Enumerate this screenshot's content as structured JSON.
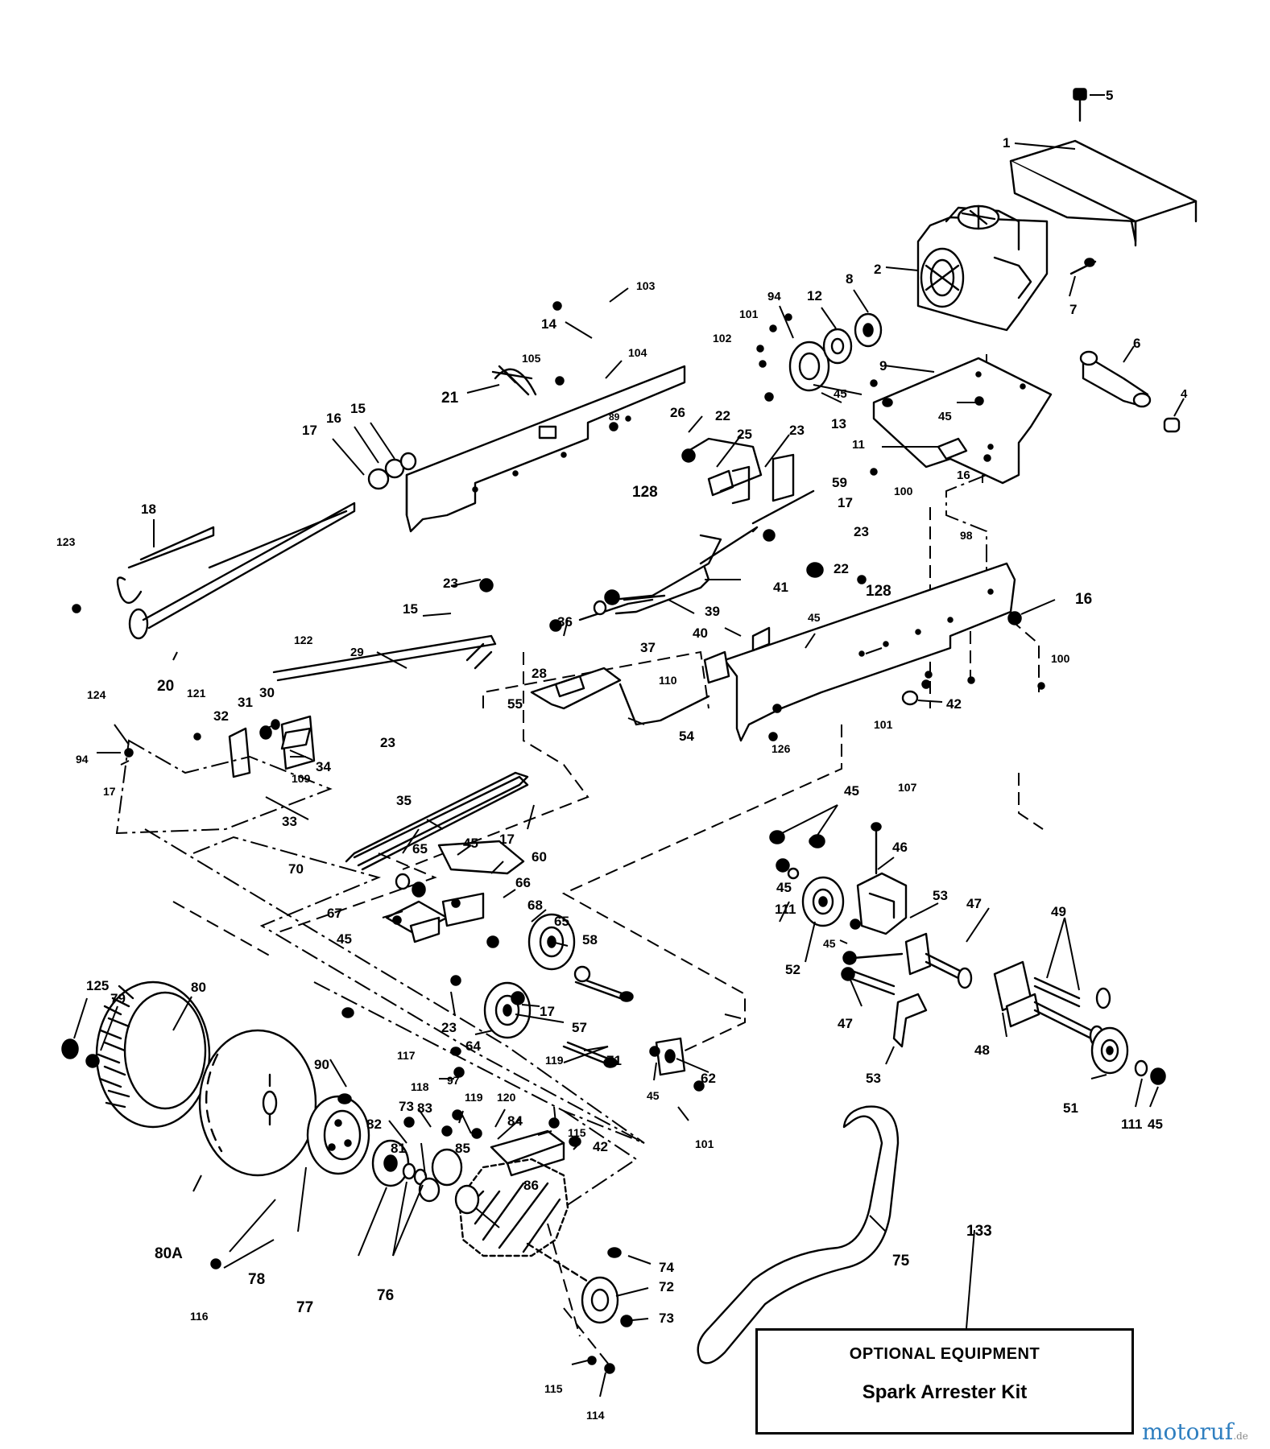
{
  "callouts": [
    {
      "text": "1"
    },
    {
      "text": "5"
    },
    {
      "text": "2"
    },
    {
      "text": "7"
    },
    {
      "text": "6"
    },
    {
      "text": "4"
    },
    {
      "text": "8"
    },
    {
      "text": "12"
    },
    {
      "text": "94"
    },
    {
      "text": "101"
    },
    {
      "text": "102"
    },
    {
      "text": "9"
    },
    {
      "text": "45"
    },
    {
      "text": "45"
    },
    {
      "text": "13"
    },
    {
      "text": "11"
    },
    {
      "text": "16"
    },
    {
      "text": "100"
    },
    {
      "text": "98"
    },
    {
      "text": "103"
    },
    {
      "text": "14"
    },
    {
      "text": "104"
    },
    {
      "text": "105"
    },
    {
      "text": "21"
    },
    {
      "text": "89"
    },
    {
      "text": "26"
    },
    {
      "text": "22"
    },
    {
      "text": "25"
    },
    {
      "text": "23"
    },
    {
      "text": "128"
    },
    {
      "text": "15"
    },
    {
      "text": "16"
    },
    {
      "text": "17"
    },
    {
      "text": "59"
    },
    {
      "text": "17"
    },
    {
      "text": "23"
    },
    {
      "text": "22"
    },
    {
      "text": "128"
    },
    {
      "text": "18"
    },
    {
      "text": "123"
    },
    {
      "text": "41"
    },
    {
      "text": "39"
    },
    {
      "text": "16"
    },
    {
      "text": "23"
    },
    {
      "text": "15"
    },
    {
      "text": "36"
    },
    {
      "text": "37"
    },
    {
      "text": "45"
    },
    {
      "text": "40"
    },
    {
      "text": "100"
    },
    {
      "text": "20"
    },
    {
      "text": "28"
    },
    {
      "text": "122"
    },
    {
      "text": "29"
    },
    {
      "text": "110"
    },
    {
      "text": "55"
    },
    {
      "text": "54"
    },
    {
      "text": "42"
    },
    {
      "text": "101"
    },
    {
      "text": "126"
    },
    {
      "text": "124"
    },
    {
      "text": "121"
    },
    {
      "text": "31"
    },
    {
      "text": "30"
    },
    {
      "text": "32"
    },
    {
      "text": "94"
    },
    {
      "text": "34"
    },
    {
      "text": "17"
    },
    {
      "text": "109"
    },
    {
      "text": "33"
    },
    {
      "text": "23"
    },
    {
      "text": "35"
    },
    {
      "text": "17"
    },
    {
      "text": "70"
    },
    {
      "text": "45"
    },
    {
      "text": "107"
    },
    {
      "text": "46"
    },
    {
      "text": "65"
    },
    {
      "text": "45"
    },
    {
      "text": "60"
    },
    {
      "text": "67"
    },
    {
      "text": "66"
    },
    {
      "text": "68"
    },
    {
      "text": "45"
    },
    {
      "text": "65"
    },
    {
      "text": "58"
    },
    {
      "text": "45"
    },
    {
      "text": "111"
    },
    {
      "text": "53"
    },
    {
      "text": "47"
    },
    {
      "text": "45"
    },
    {
      "text": "52"
    },
    {
      "text": "49"
    },
    {
      "text": "125"
    },
    {
      "text": "79"
    },
    {
      "text": "80"
    },
    {
      "text": "23"
    },
    {
      "text": "17"
    },
    {
      "text": "64"
    },
    {
      "text": "57"
    },
    {
      "text": "47"
    },
    {
      "text": "53"
    },
    {
      "text": "48"
    },
    {
      "text": "62"
    },
    {
      "text": "71"
    },
    {
      "text": "45"
    },
    {
      "text": "90"
    },
    {
      "text": "117"
    },
    {
      "text": "97"
    },
    {
      "text": "119"
    },
    {
      "text": "118"
    },
    {
      "text": "119"
    },
    {
      "text": "120"
    },
    {
      "text": "84"
    },
    {
      "text": "115"
    },
    {
      "text": "73"
    },
    {
      "text": "83"
    },
    {
      "text": "85"
    },
    {
      "text": "82"
    },
    {
      "text": "42"
    },
    {
      "text": "81"
    },
    {
      "text": "101"
    },
    {
      "text": "51"
    },
    {
      "text": "111"
    },
    {
      "text": "45"
    },
    {
      "text": "86"
    },
    {
      "text": "80A"
    },
    {
      "text": "78"
    },
    {
      "text": "77"
    },
    {
      "text": "76"
    },
    {
      "text": "116"
    },
    {
      "text": "74"
    },
    {
      "text": "72"
    },
    {
      "text": "73"
    },
    {
      "text": "75"
    },
    {
      "text": "133"
    },
    {
      "text": "115"
    },
    {
      "text": "114"
    }
  ],
  "optional_box": {
    "heading": "OPTIONAL EQUIPMENT",
    "item": "Spark Arrester Kit"
  },
  "watermark": {
    "brand": "motoruf",
    "suffix": ".de",
    "color": "#2f7fc0"
  }
}
